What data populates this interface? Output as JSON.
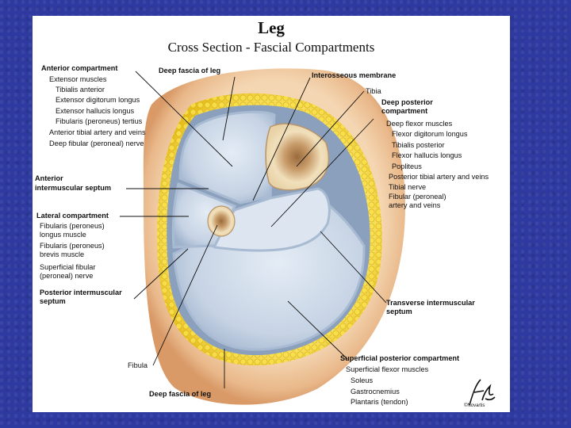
{
  "title": "Leg",
  "subtitle": "Cross Section - Fascial Compartments",
  "labels": {
    "anterior_compartment": "Anterior compartment",
    "extensor_muscles": "Extensor muscles",
    "tibialis_anterior": "Tibialis anterior",
    "extensor_digitorum_longus": "Extensor digitorum longus",
    "extensor_hallucis_longus": "Extensor hallucis longus",
    "fibularis_tertius": "Fibularis (peroneus) tertius",
    "anterior_tibial_artery": "Anterior tibial artery and veins",
    "deep_fibular_nerve": "Deep fibular (peroneal) nerve",
    "deep_fascia_top": "Deep fascia of leg",
    "interosseous_membrane": "Interosseous membrane",
    "tibia": "Tibia",
    "deep_posterior_compartment_1": "Deep posterior",
    "deep_posterior_compartment_2": "compartment",
    "deep_flexor_muscles": "Deep flexor muscles",
    "flexor_digitorum_longus": "Flexor digitorum longus",
    "tibialis_posterior": "Tibialis posterior",
    "flexor_hallucis_longus": "Flexor hallucis longus",
    "popliteus": "Popliteus",
    "posterior_tibial_artery": "Posterior tibial artery and veins",
    "tibial_nerve": "Tibial nerve",
    "fibular_artery_1": "Fibular (peroneal)",
    "fibular_artery_2": "artery and veins",
    "anterior_septum_1": "Anterior",
    "anterior_septum_2": "intermuscular septum",
    "lateral_compartment": "Lateral compartment",
    "fibularis_longus_1": "Fibularis (peroneus)",
    "fibularis_longus_2": "longus muscle",
    "fibularis_brevis_1": "Fibularis (peroneus)",
    "fibularis_brevis_2": "brevis muscle",
    "superficial_fibular_1": "Superficial fibular",
    "superficial_fibular_2": "(peroneal) nerve",
    "posterior_septum_1": "Posterior intermuscular",
    "posterior_septum_2": "septum",
    "transverse_septum_1": "Transverse intermuscular",
    "transverse_septum_2": "septum",
    "fibula": "Fibula",
    "superficial_posterior_compartment": "Superficial posterior compartment",
    "superficial_flexor_muscles": "Superficial flexor muscles",
    "soleus": "Soleus",
    "gastrocnemius": "Gastrocnemius",
    "plantaris": "Plantaris (tendon)",
    "deep_fascia_bottom": "Deep fascia of leg"
  },
  "signature": "F. Netter",
  "copyright": "©Novartis",
  "colors": {
    "slide_background": "#2e3aa0",
    "skin": "#efc9a0",
    "fat": "#f6d94a",
    "compartment": "#c9d6e6",
    "bone": "#f3e3c0"
  }
}
